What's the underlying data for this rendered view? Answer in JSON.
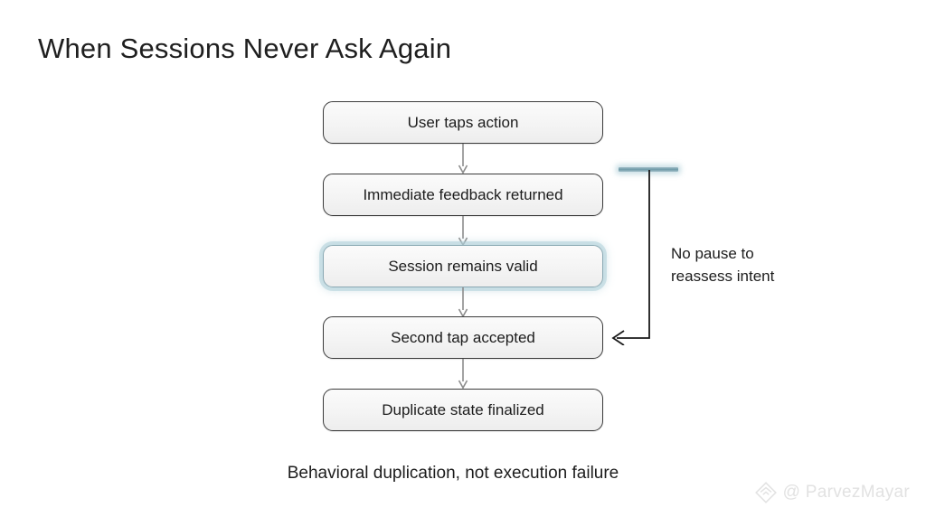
{
  "slide": {
    "title": "When Sessions Never Ask Again",
    "caption": "Behavioral duplication, not execution failure",
    "background_color": "#ffffff"
  },
  "flow": {
    "nodes": [
      {
        "label": "User taps action",
        "highlighted": false
      },
      {
        "label": "Immediate feedback returned",
        "highlighted": false
      },
      {
        "label": "Session remains valid",
        "highlighted": true
      },
      {
        "label": "Second tap accepted",
        "highlighted": false
      },
      {
        "label": "Duplicate state finalized",
        "highlighted": false
      }
    ],
    "connector_count": 4,
    "node_border_color": "#3b3b3b",
    "node_fill_color": "#f4f4f4",
    "highlight_color": "#aecfd8",
    "connector_color": "#8c8c8c"
  },
  "annotation": {
    "text": "No pause to\nreassess intent",
    "bar_color": "#6e9aa8",
    "arrow_color": "#1a1a1a",
    "target_node": "Second tap accepted"
  },
  "watermark": {
    "handle": "@ ParvezMayar",
    "logo_icon": "diamond-chevron-logo-icon",
    "color": "#e2e2e2"
  }
}
